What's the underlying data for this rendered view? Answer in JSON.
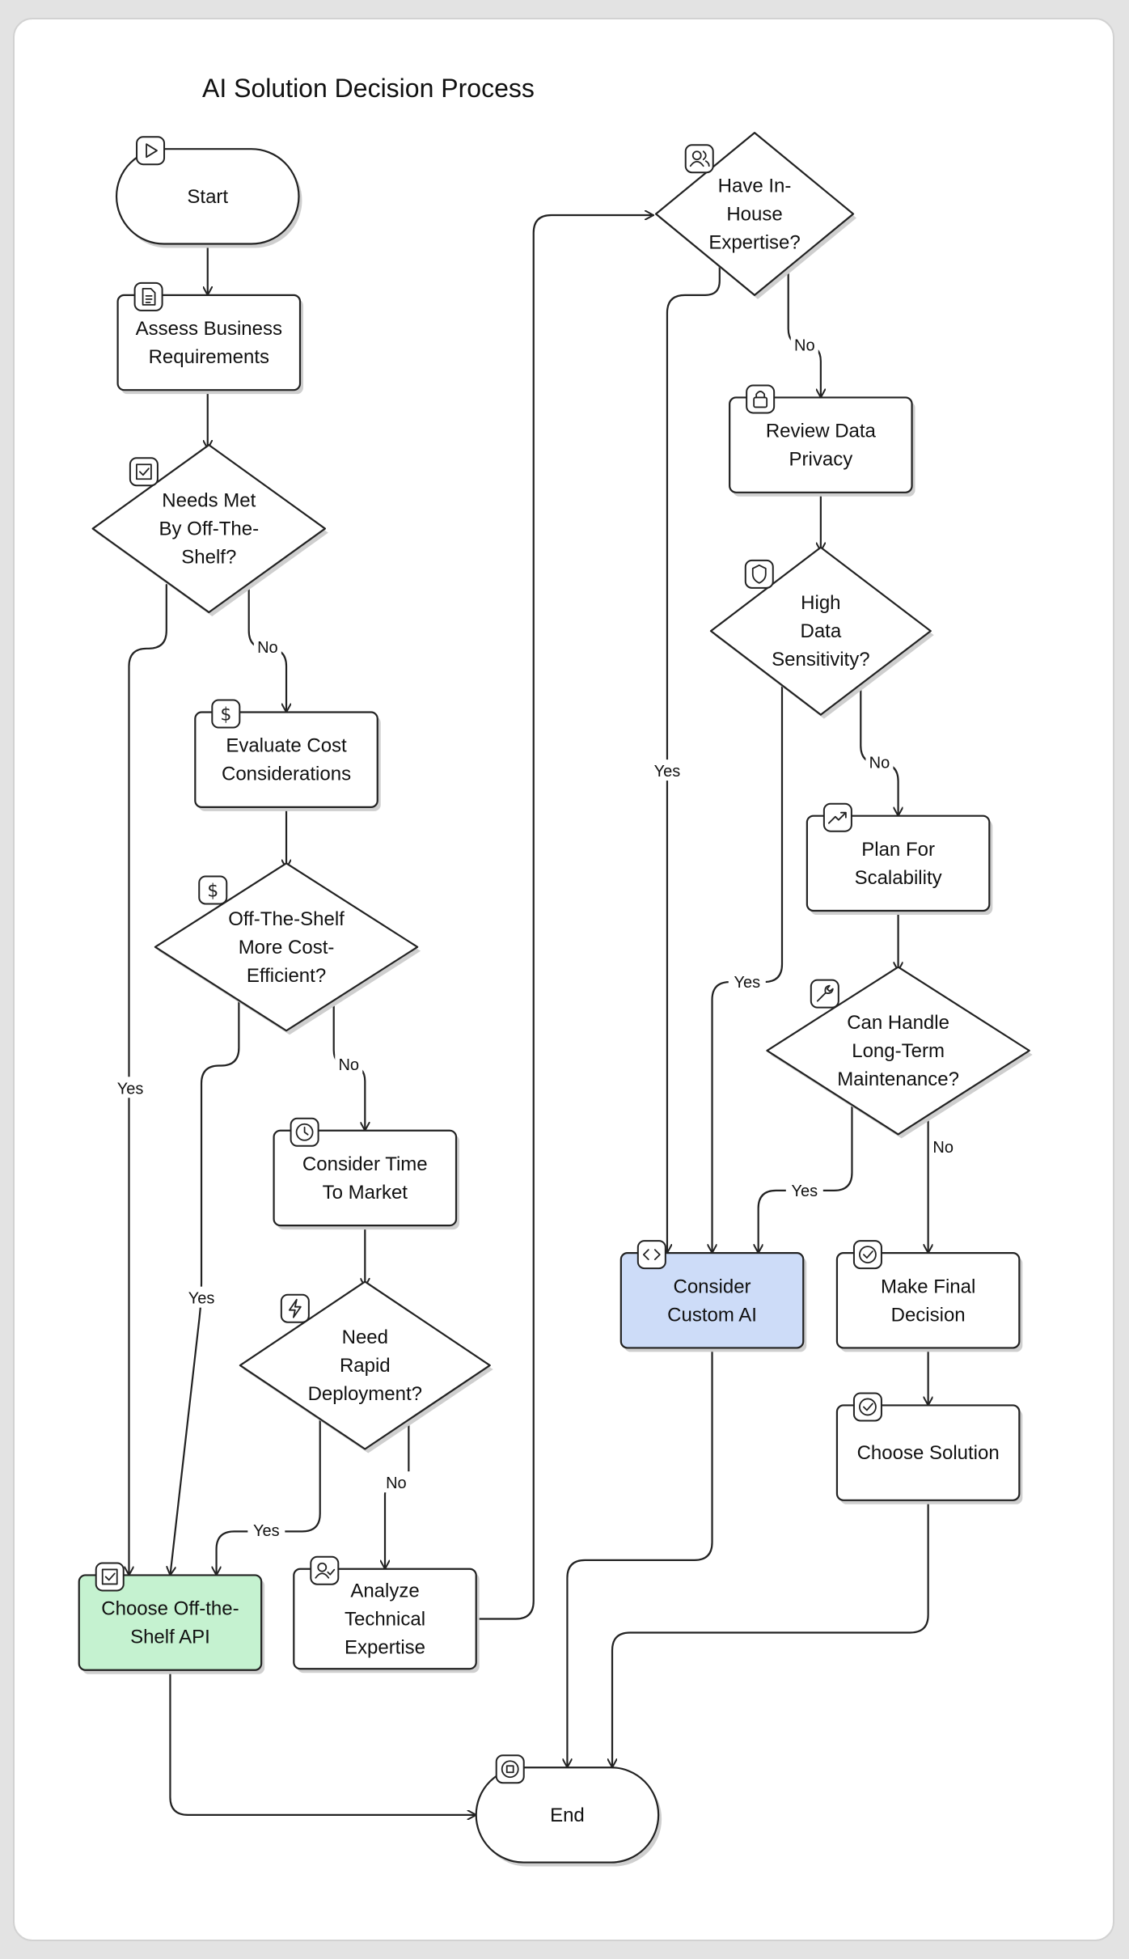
{
  "title": "AI Solution Decision Process",
  "nodes": [
    {
      "id": "start",
      "shape": "terminal",
      "lines": [
        "Start"
      ],
      "icon": "play-icon"
    },
    {
      "id": "assess",
      "shape": "process",
      "lines": [
        "Assess Business",
        "Requirements"
      ],
      "icon": "document-icon"
    },
    {
      "id": "needs",
      "shape": "decision",
      "lines": [
        "Needs Met",
        "By Off-The-",
        "Shelf?"
      ],
      "icon": "checkbox-icon"
    },
    {
      "id": "cost",
      "shape": "process",
      "lines": [
        "Evaluate Cost",
        "Considerations"
      ],
      "icon": "dollar-icon"
    },
    {
      "id": "costeff",
      "shape": "decision",
      "lines": [
        "Off-The-Shelf",
        "More Cost-",
        "Efficient?"
      ],
      "icon": "dollar-icon"
    },
    {
      "id": "ttm",
      "shape": "process",
      "lines": [
        "Consider Time",
        "To Market"
      ],
      "icon": "clock-icon"
    },
    {
      "id": "rapid",
      "shape": "decision",
      "lines": [
        "Need",
        "Rapid",
        "Deployment?"
      ],
      "icon": "lightning-icon"
    },
    {
      "id": "offshelf",
      "shape": "process",
      "lines": [
        "Choose Off-the-",
        "Shelf API"
      ],
      "icon": "checkbox-icon",
      "fill": "#c5f2d0"
    },
    {
      "id": "analyze",
      "shape": "process",
      "lines": [
        "Analyze",
        "Technical",
        "Expertise"
      ],
      "icon": "user-check-icon"
    },
    {
      "id": "inhouse",
      "shape": "decision",
      "lines": [
        "Have In-",
        "House",
        "Expertise?"
      ],
      "icon": "users-icon"
    },
    {
      "id": "privacy",
      "shape": "process",
      "lines": [
        "Review Data",
        "Privacy"
      ],
      "icon": "lock-icon"
    },
    {
      "id": "sens",
      "shape": "decision",
      "lines": [
        "High",
        "Data",
        "Sensitivity?"
      ],
      "icon": "shield-icon"
    },
    {
      "id": "scal",
      "shape": "process",
      "lines": [
        "Plan For",
        "Scalability"
      ],
      "icon": "trending-up-icon"
    },
    {
      "id": "maint",
      "shape": "decision",
      "lines": [
        "Can Handle",
        "Long-Term",
        "Maintenance?"
      ],
      "icon": "wrench-icon"
    },
    {
      "id": "custom",
      "shape": "process",
      "lines": [
        "Consider",
        "Custom AI"
      ],
      "icon": "code-icon",
      "fill": "#cddcf8"
    },
    {
      "id": "final",
      "shape": "process",
      "lines": [
        "Make Final",
        "Decision"
      ],
      "icon": "check-circle-icon"
    },
    {
      "id": "choose",
      "shape": "process",
      "lines": [
        "Choose Solution"
      ],
      "icon": "check-circle-icon"
    },
    {
      "id": "end",
      "shape": "terminal",
      "lines": [
        "End"
      ],
      "icon": "stop-icon"
    }
  ],
  "edges": [
    {
      "from": "start",
      "to": "assess",
      "label": ""
    },
    {
      "from": "assess",
      "to": "needs",
      "label": ""
    },
    {
      "from": "needs",
      "to": "cost",
      "label": "No"
    },
    {
      "from": "needs",
      "to": "offshelf",
      "label": "Yes"
    },
    {
      "from": "cost",
      "to": "costeff",
      "label": ""
    },
    {
      "from": "costeff",
      "to": "ttm",
      "label": "No"
    },
    {
      "from": "costeff",
      "to": "offshelf",
      "label": "Yes"
    },
    {
      "from": "ttm",
      "to": "rapid",
      "label": ""
    },
    {
      "from": "rapid",
      "to": "analyze",
      "label": "No"
    },
    {
      "from": "rapid",
      "to": "offshelf",
      "label": "Yes"
    },
    {
      "from": "offshelf",
      "to": "end",
      "label": ""
    },
    {
      "from": "analyze",
      "to": "inhouse",
      "label": ""
    },
    {
      "from": "inhouse",
      "to": "privacy",
      "label": "No"
    },
    {
      "from": "inhouse",
      "to": "custom",
      "label": "Yes"
    },
    {
      "from": "privacy",
      "to": "sens",
      "label": ""
    },
    {
      "from": "sens",
      "to": "scal",
      "label": "No"
    },
    {
      "from": "sens",
      "to": "custom",
      "label": "Yes"
    },
    {
      "from": "scal",
      "to": "maint",
      "label": ""
    },
    {
      "from": "maint",
      "to": "final",
      "label": "No"
    },
    {
      "from": "maint",
      "to": "custom",
      "label": "Yes"
    },
    {
      "from": "custom",
      "to": "end",
      "label": ""
    },
    {
      "from": "final",
      "to": "choose",
      "label": ""
    },
    {
      "from": "choose",
      "to": "end",
      "label": ""
    }
  ]
}
